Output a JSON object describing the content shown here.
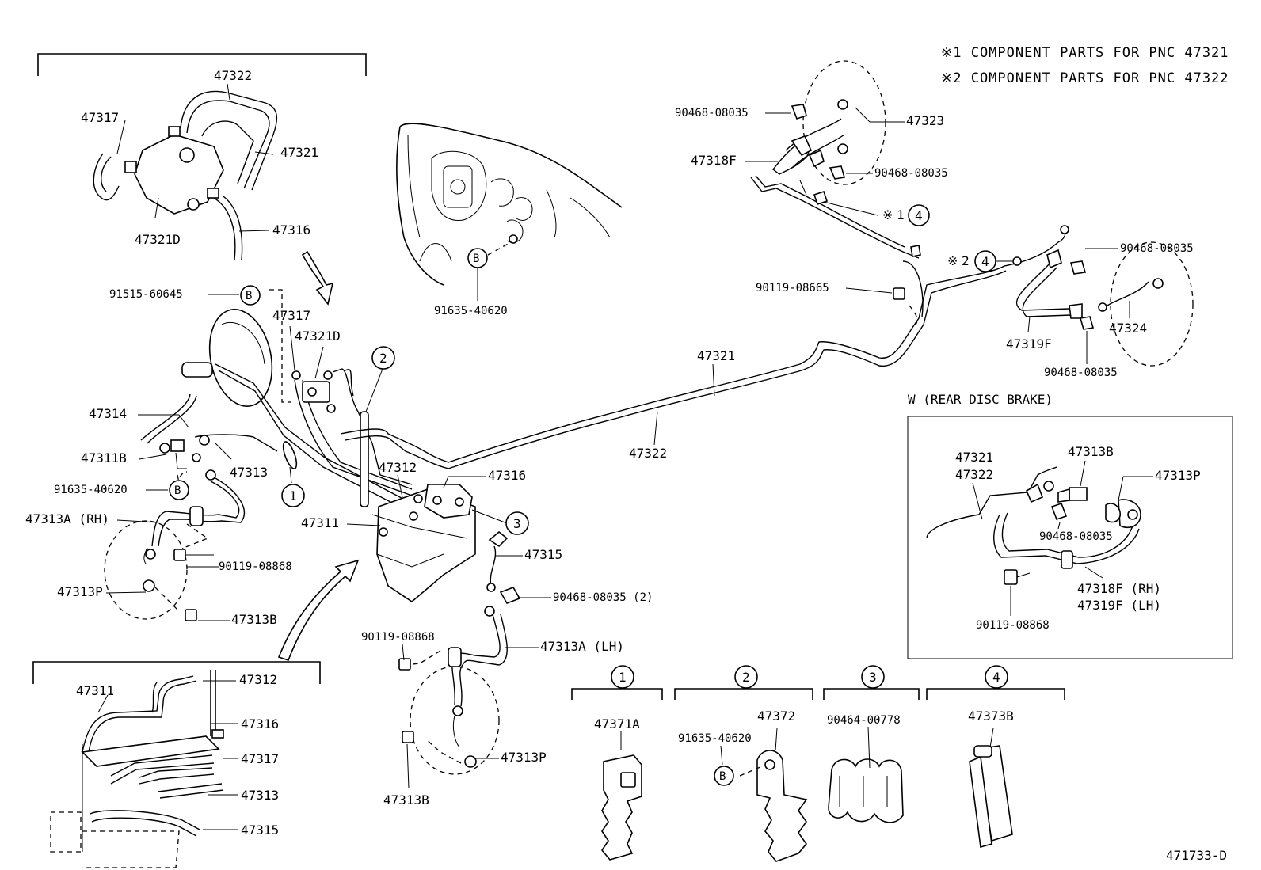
{
  "notes": {
    "note1": "※1 COMPONENT PARTS FOR PNC 47321",
    "note2": "※2 COMPONENT PARTS FOR PNC 47322"
  },
  "inset_rear_disc_title": "W (REAR DISC BRAKE)",
  "drawing_code": "471733-D",
  "circle_marks": {
    "one": "1",
    "two": "2",
    "three": "3",
    "four": "4",
    "b": "B",
    "star": "※"
  },
  "labels": {
    "p47322_top": "47322",
    "p47317_top": "47317",
    "p47321_top": "47321",
    "p47321D_top": "47321D",
    "p47316_top": "47316",
    "p91515": "91515-60645",
    "p47317_mid": "47317",
    "p47321D_mid": "47321D",
    "p91635_engine": "91635-40620",
    "p47314": "47314",
    "p47311B": "47311B",
    "p47313": "47313",
    "p91635_left": "91635-40620",
    "p47313A_RH": "47313A (RH)",
    "p90119_left": "90119-08868",
    "p47313P_left": "47313P",
    "p47313B_left": "47313B",
    "p47312": "47312",
    "p47316_mid": "47316",
    "p47311": "47311",
    "p47315": "47315",
    "p90468_2": "90468-08035 (2)",
    "p90119_center": "90119-08868",
    "p47313A_LH": "47313A (LH)",
    "p47313P_center": "47313P",
    "p47313B_center": "47313B",
    "p47321_center": "47321",
    "p47322_center": "47322",
    "p90468_tr1": "90468-08035",
    "p47323": "47323",
    "p47318F": "47318F",
    "p90468_tr2": "90468-08035",
    "p90468_tr3": "90468-08035",
    "p90119_tr": "90119-08665",
    "p47319F": "47319F",
    "p47324": "47324",
    "p90468_tr4": "90468-08035",
    "p47311_bl": "47311",
    "p47312_bl": "47312",
    "p47316_bl": "47316",
    "p47317_bl": "47317",
    "p47313_bl": "47313",
    "p47315_bl": "47315",
    "w_47321": "47321",
    "w_47322": "47322",
    "w_47313B": "47313B",
    "w_47313P": "47313P",
    "w_90468": "90468-08035",
    "w_47318F": "47318F (RH)",
    "w_47319F": "47319F (LH)",
    "w_90119": "90119-08868",
    "c_47371A": "47371A",
    "c_47372": "47372",
    "c_91635": "91635-40620",
    "c_90464": "90464-00778",
    "c_47373B": "47373B"
  }
}
